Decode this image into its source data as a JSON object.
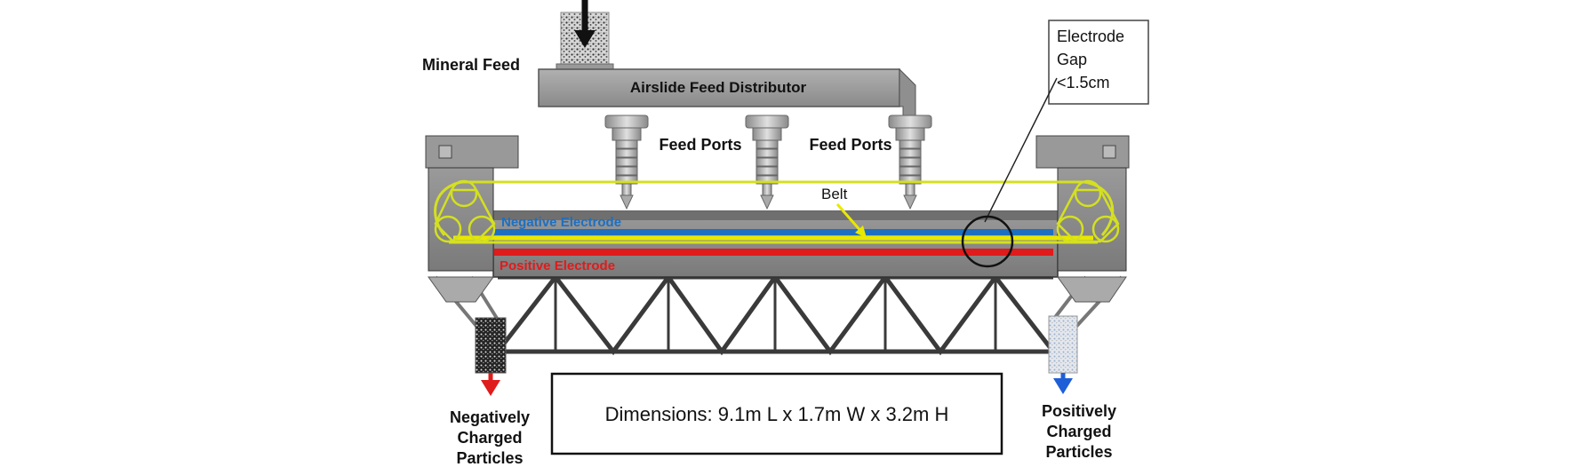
{
  "labels": {
    "mineral_feed": "Mineral Feed",
    "distributor": "Airslide Feed Distributor",
    "feed_ports_1": "Feed Ports",
    "feed_ports_2": "Feed Ports",
    "belt": "Belt",
    "negative_electrode": "Negative Electrode",
    "positive_electrode": "Positive Electrode",
    "electrode_gap_line1": "Electrode",
    "electrode_gap_line2": "Gap",
    "electrode_gap_line3": "<1.5cm",
    "neg_particles_line1": "Negatively",
    "neg_particles_line2": "Charged",
    "neg_particles_line3": "Particles",
    "pos_particles_line1": "Positively",
    "pos_particles_line2": "Charged",
    "pos_particles_line3": "Particles",
    "dimensions": "Dimensions: 9.1m L x 1.7m W x 3.2m H"
  },
  "colors": {
    "negative_electrode": "#1e6fc0",
    "positive_electrode": "#e01b1b",
    "belt": "#e8e800",
    "neg_arrow": "#e01b1b",
    "pos_arrow": "#1e5fd8"
  }
}
